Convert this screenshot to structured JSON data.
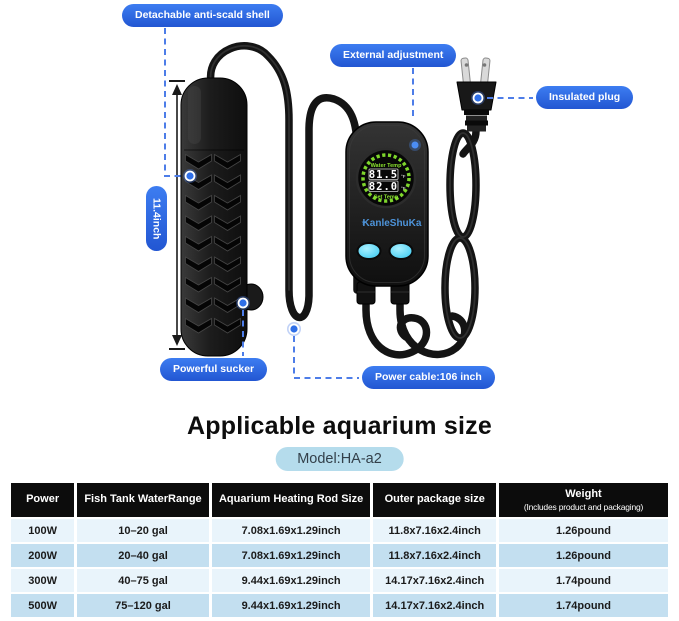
{
  "annotations": {
    "anti_scald": "Detachable anti-scald shell",
    "external_adjustment": "External adjustment",
    "insulated_plug": "Insulated plug",
    "heater_length": "11.4inch",
    "powerful_sucker": "Powerful sucker",
    "power_cable": "Power cable:106 inch"
  },
  "controller": {
    "brand": "KanleShuKa",
    "display": {
      "water_temp_label": "Water Temp",
      "water_temp_value": "81.5",
      "set_temp_label": "Set Temp",
      "set_temp_value": "82.0",
      "unit": "°F"
    }
  },
  "section": {
    "title": "Applicable aquarium size",
    "model_badge": "Model:HA-a2"
  },
  "table": {
    "columns": [
      "Power",
      "Fish Tank WaterRange",
      "Aquarium Heating Rod Size",
      "Outer package size",
      "Weight"
    ],
    "weight_subnote": "(Includes product and packaging)",
    "rows": [
      [
        "100W",
        "10–20 gal",
        "7.08x1.69x1.29inch",
        "11.8x7.16x2.4inch",
        "1.26pound"
      ],
      [
        "200W",
        "20–40 gal",
        "7.08x1.69x1.29inch",
        "11.8x7.16x2.4inch",
        "1.26pound"
      ],
      [
        "300W",
        "40–75 gal",
        "9.44x1.69x1.29inch",
        "14.17x7.16x2.4inch",
        "1.74pound"
      ],
      [
        "500W",
        "75–120 gal",
        "9.44x1.69x1.29inch",
        "14.17x7.16x2.4inch",
        "1.74pound"
      ]
    ]
  },
  "colors": {
    "callout_blue": "#2f6fe8",
    "dashed_line_blue": "#4d7de8",
    "lcd_green": "#7ed62c",
    "button_cyan": "#49d2f4",
    "brand_blue": "#4d93d9",
    "model_badge_bg": "#b5dcec",
    "row_light": "#e9f4fb",
    "row_dark": "#c3dff0",
    "header_bg": "#0c0c0c"
  }
}
